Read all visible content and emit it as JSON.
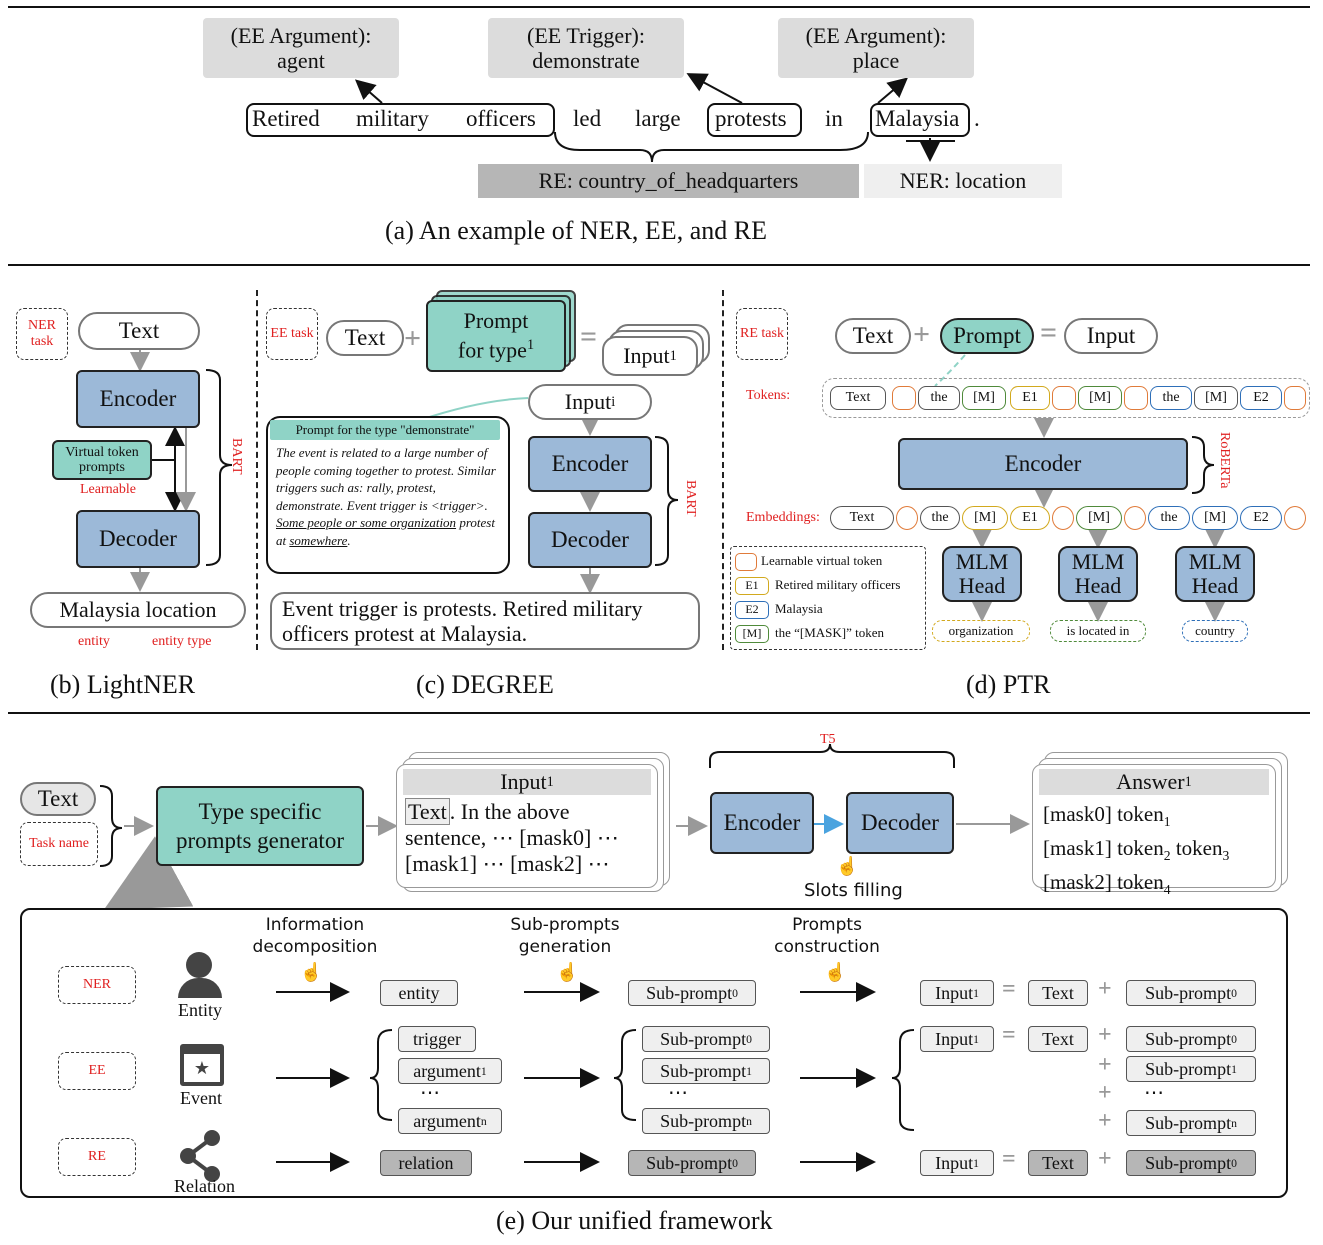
{
  "panel_a": {
    "arg1_label": "(EE Argument):",
    "arg1_value": "agent",
    "trigger_label": "(EE Trigger):",
    "trigger_value": "demonstrate",
    "arg2_label": "(EE Argument):",
    "arg2_value": "place",
    "sentence": [
      "Retired",
      "military",
      "officers",
      "led",
      "large",
      "protests",
      "in",
      "Malaysia",
      "."
    ],
    "re_label": "RE: country_of_headquarters",
    "ner_label": "NER: location",
    "caption": "(a) An example of  NER, EE, and RE"
  },
  "panel_b": {
    "task_tag": "NER task",
    "text": "Text",
    "encoder": "Encoder",
    "virtual_prompts": "Virtual token prompts",
    "learnable": "Learnable",
    "decoder": "Decoder",
    "model": "BART",
    "output": "Malaysia location",
    "entity_label": "entity",
    "entity_type_label": "entity type",
    "caption": "(b) LightNER"
  },
  "panel_c": {
    "task_tag": "EE task",
    "text": "Text",
    "prompt": "Prompt for type",
    "prompt_sup": "1",
    "input": "Input",
    "input_sup": "1",
    "input_i": "Input",
    "input_i_sup": "i",
    "prompt_card_title": "Prompt for the type \"demonstrate\"",
    "prompt_card_body": "The event is related to a large number of people coming together to protest. Similar triggers such as: rally,  protest,  demonstrate. Event trigger is <trigger>.",
    "prompt_card_underlined_1": "Some people or some organization",
    "prompt_card_mid": "protest at",
    "prompt_card_underlined_2": "somewhere",
    "encoder": "Encoder",
    "decoder": "Decoder",
    "model": "BART",
    "output": "Event trigger is protests. Retired military officers protest at Malaysia.",
    "caption": "(c) DEGREE"
  },
  "panel_d": {
    "task_tag": "RE task",
    "text": "Text",
    "prompt": "Prompt",
    "input": "Input",
    "tokens_label": "Tokens:",
    "embeddings_label": "Embeddings:",
    "tokens": [
      "Text",
      "",
      "the",
      "[M]",
      "E1",
      "",
      "[M]",
      "",
      "the",
      "[M]",
      "E2",
      ""
    ],
    "encoder": "Encoder",
    "model": "RoBERTa",
    "mlm_heads": [
      "MLM Head",
      "MLM Head",
      "MLM Head"
    ],
    "outputs": [
      "organization",
      "is located in",
      "country"
    ],
    "legend": [
      {
        "key": "",
        "text": "Learnable virtual token",
        "color": "#e07b3a"
      },
      {
        "key": "E1",
        "text": "Retired military officers",
        "color": "#d2a91e"
      },
      {
        "key": "E2",
        "text": "Malaysia",
        "color": "#2e6fb8"
      },
      {
        "key": "[M]",
        "text": "the “[MASK]” token",
        "color": "#4f8a3a"
      }
    ],
    "caption": "(d) PTR"
  },
  "panel_e": {
    "text": "Text",
    "task_name": "Task name",
    "generator": "Type specific prompts generator",
    "input_title": "Input",
    "input_sup": "1",
    "input_body_1": "Text",
    "input_body_2": ". In the above",
    "input_body_3": "sentence, ⋯ [mask0] ⋯",
    "input_body_4": "[mask1] ⋯ [mask2] ⋯",
    "t5": "T5",
    "encoder": "Encoder",
    "decoder": "Decoder",
    "slots": "Slots filling",
    "answer_title": "Answer",
    "answer_sup": "1",
    "answer_lines": [
      "[mask0] token",
      "[mask1] token",
      "[mask2] token"
    ],
    "step1": "Information decomposition",
    "step2": "Sub-prompts generation",
    "step3": "Prompts construction",
    "rows": [
      {
        "tag": "NER",
        "name": "Entity"
      },
      {
        "tag": "EE",
        "name": "Event"
      },
      {
        "tag": "RE",
        "name": "Relation"
      }
    ],
    "entity": "entity",
    "trigger": "trigger",
    "argument": "argument",
    "relation": "relation",
    "sub_prompt": "Sub-prompt",
    "ellipsis": "⋯",
    "caption": "(e) Our unified framework"
  }
}
